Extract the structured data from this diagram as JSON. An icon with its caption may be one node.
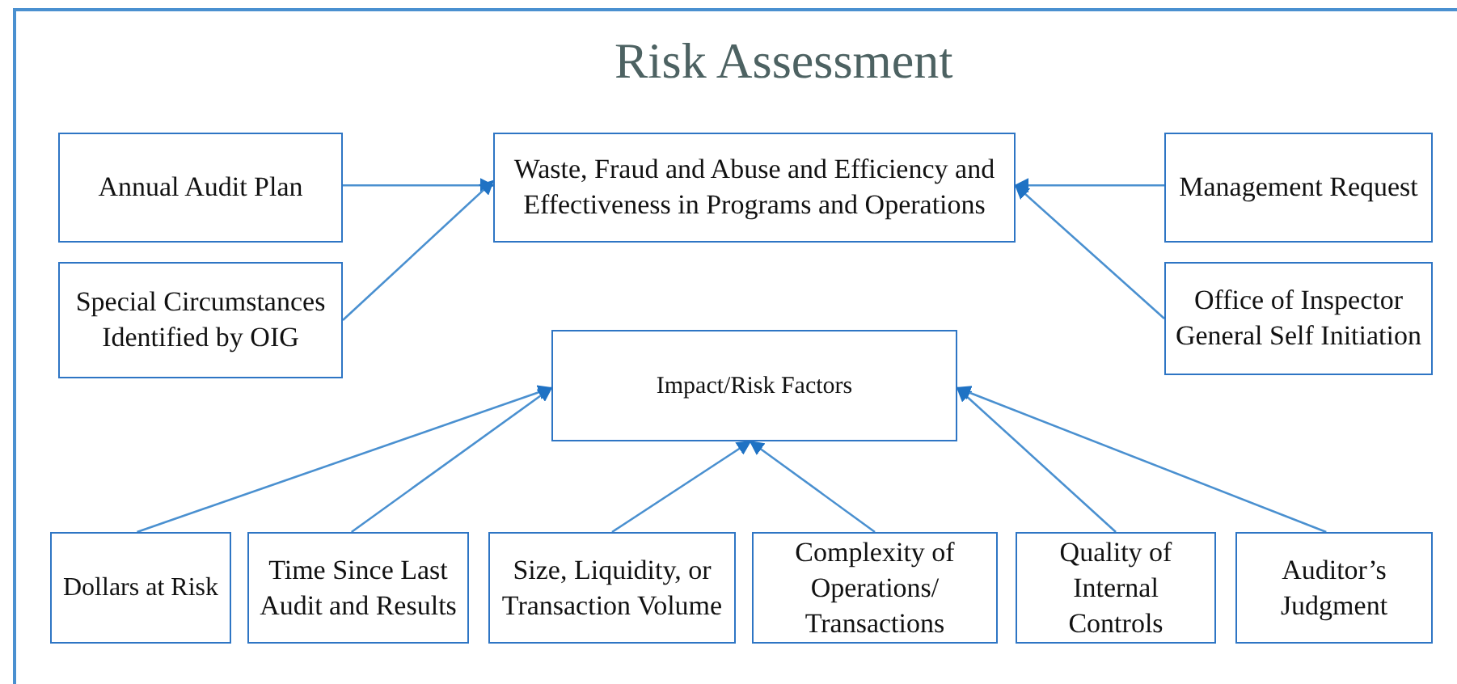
{
  "diagram": {
    "title": "Risk Assessment",
    "nodes": [
      {
        "text": [
          "Annual Audit Plan"
        ]
      },
      {
        "text": [
          "Special Circumstances Identified by OIG"
        ]
      },
      {
        "text": [
          "Waste, Fraud and Abuse and Efficiency and Effectiveness in Programs and Operations"
        ]
      },
      {
        "text": [
          "Management Request"
        ]
      },
      {
        "text": [
          "Office of Inspector General Self Initiation"
        ]
      },
      {
        "text": [
          "Impact/Risk Factors"
        ]
      },
      {
        "text": [
          "Dollars at Risk"
        ]
      },
      {
        "text": [
          "Time Since Last Audit and Results"
        ]
      },
      {
        "text": [
          "Size, Liquidity, or Transaction Volume"
        ]
      },
      {
        "text": [
          "Complexity of Operations/ Transactions"
        ]
      },
      {
        "text": [
          "Quality of Internal Controls"
        ]
      },
      {
        "text": [
          "Auditor’s Judgment"
        ]
      }
    ],
    "edges": [
      {
        "from": 0,
        "to": 2,
        "arrow": "to"
      },
      {
        "from": 1,
        "to": 2,
        "arrow": "to"
      },
      {
        "from": 3,
        "to": 2,
        "arrow": "to"
      },
      {
        "from": 4,
        "to": 2,
        "arrow": "to"
      },
      {
        "from": 6,
        "to": 5,
        "arrow": "to"
      },
      {
        "from": 7,
        "to": 5,
        "arrow": "to"
      },
      {
        "from": 8,
        "to": 5,
        "arrow": "to"
      },
      {
        "from": 9,
        "to": 5,
        "arrow": "to"
      },
      {
        "from": 10,
        "to": 5,
        "arrow": "to"
      },
      {
        "from": 11,
        "to": 5,
        "arrow": "to"
      }
    ]
  }
}
